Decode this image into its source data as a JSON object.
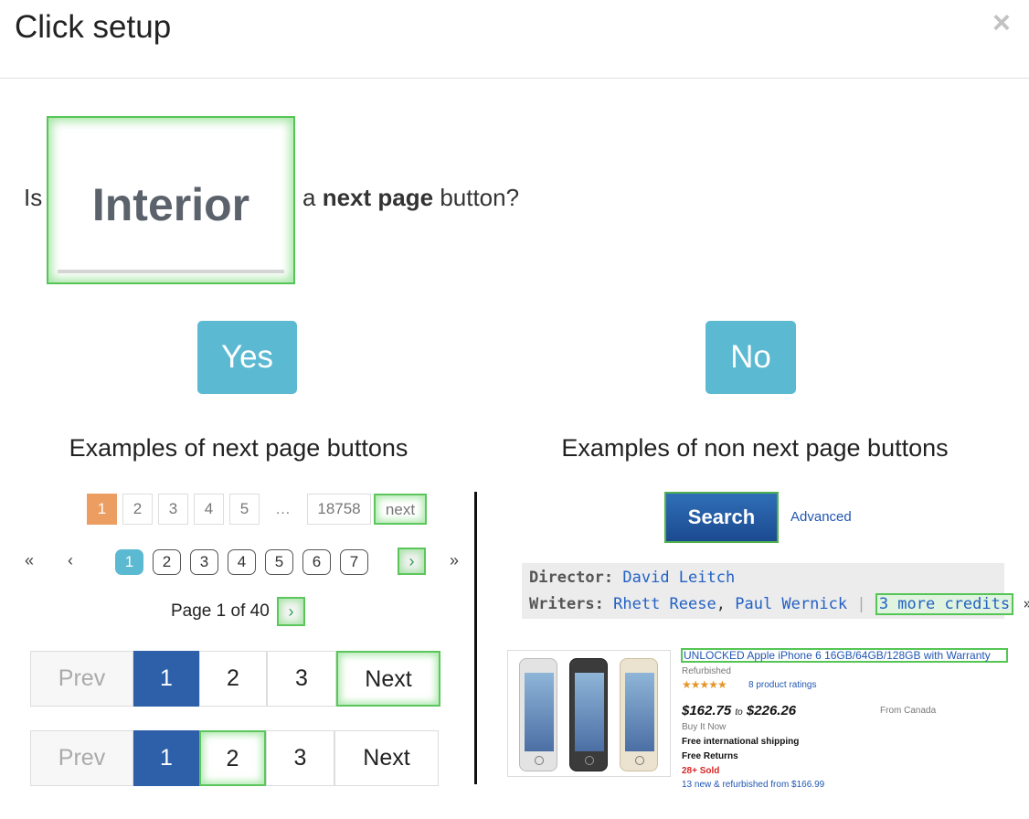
{
  "dialog": {
    "title": "Click setup",
    "close_glyph": "×"
  },
  "question": {
    "prefix": "Is",
    "preview_text": "Interior",
    "middle": "a",
    "bold": "next page",
    "suffix": "button?"
  },
  "actions": {
    "yes_label": "Yes",
    "no_label": "No"
  },
  "examples": {
    "next_heading": "Examples of next page buttons",
    "non_next_heading": "Examples of non next page buttons"
  },
  "pager1": {
    "items": [
      "1",
      "2",
      "3",
      "4",
      "5"
    ],
    "ellipsis": "…",
    "last": "18758",
    "next": "next"
  },
  "pager2": {
    "first": "«",
    "prev": "‹",
    "items": [
      "1",
      "2",
      "3",
      "4",
      "5",
      "6",
      "7"
    ],
    "next": "›",
    "last": "»"
  },
  "pager_page": {
    "text": "Page 1 of 40",
    "next": "›"
  },
  "pager3": {
    "prev": "Prev",
    "items": [
      "1",
      "2",
      "3"
    ],
    "next": "Next"
  },
  "pager4": {
    "prev": "Prev",
    "items": [
      "1",
      "2",
      "3"
    ],
    "next": "Next"
  },
  "search_example": {
    "search_label": "Search",
    "advanced_label": "Advanced"
  },
  "credits_example": {
    "director_label": "Director:",
    "director": "David Leitch",
    "writers_label": "Writers:",
    "writer1": "Rhett Reese",
    "comma": ",",
    "writer2": "Paul Wernick",
    "sep": "|",
    "more": "3 more credits",
    "more_arrow": "»"
  },
  "listing_example": {
    "title": "UNLOCKED Apple iPhone 6 16GB/64GB/128GB with Warranty",
    "condition": "Refurbished",
    "stars": "★★★★★",
    "ratings": "8 product ratings",
    "price_low": "$162.75",
    "price_to": "to",
    "price_high": "$226.26",
    "location": "From Canada",
    "format": "Buy It Now",
    "shipping": "Free international shipping",
    "returns": "Free Returns",
    "sold": "28+ Sold",
    "new_refurb": "13 new & refurbished from $166.99"
  }
}
